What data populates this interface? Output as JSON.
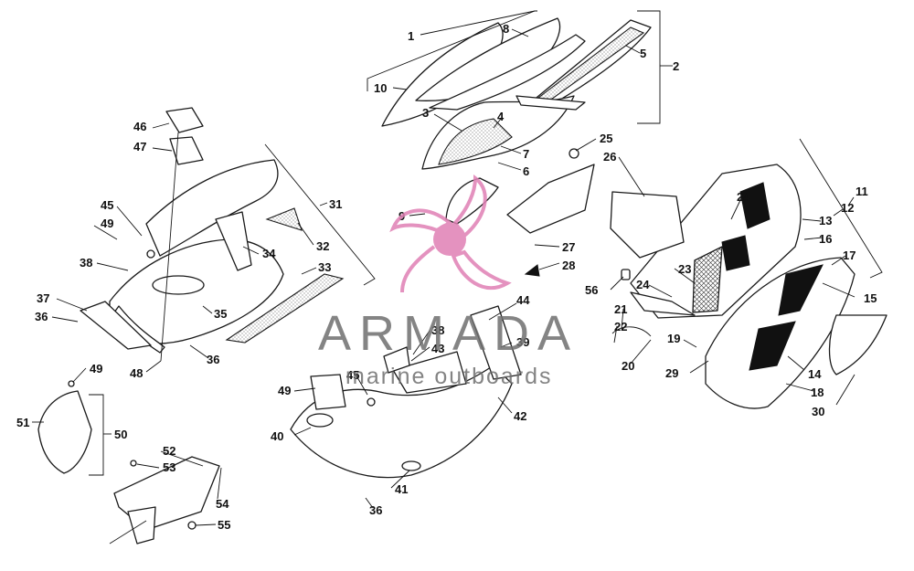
{
  "watermark": {
    "brand": "ARMADA",
    "tagline": "marine outboards",
    "logo_icon": "propeller-icon",
    "accent_color": "#e07fb4"
  },
  "callouts": [
    {
      "id": "1",
      "label": "1"
    },
    {
      "id": "2",
      "label": "2"
    },
    {
      "id": "3",
      "label": "3"
    },
    {
      "id": "4",
      "label": "4"
    },
    {
      "id": "5",
      "label": "5"
    },
    {
      "id": "6",
      "label": "6"
    },
    {
      "id": "7",
      "label": "7"
    },
    {
      "id": "8",
      "label": "8"
    },
    {
      "id": "9",
      "label": "9"
    },
    {
      "id": "10",
      "label": "10"
    },
    {
      "id": "11",
      "label": "11"
    },
    {
      "id": "12",
      "label": "12"
    },
    {
      "id": "13",
      "label": "13"
    },
    {
      "id": "14",
      "label": "14"
    },
    {
      "id": "15",
      "label": "15"
    },
    {
      "id": "16",
      "label": "16"
    },
    {
      "id": "17",
      "label": "17"
    },
    {
      "id": "18",
      "label": "18"
    },
    {
      "id": "19",
      "label": "19"
    },
    {
      "id": "20",
      "label": "20"
    },
    {
      "id": "21",
      "label": "21"
    },
    {
      "id": "22",
      "label": "22"
    },
    {
      "id": "23",
      "label": "23"
    },
    {
      "id": "24a",
      "label": "24"
    },
    {
      "id": "24b",
      "label": "24"
    },
    {
      "id": "25",
      "label": "25"
    },
    {
      "id": "26",
      "label": "26"
    },
    {
      "id": "27",
      "label": "27"
    },
    {
      "id": "28",
      "label": "28"
    },
    {
      "id": "29",
      "label": "29"
    },
    {
      "id": "30",
      "label": "30"
    },
    {
      "id": "31",
      "label": "31"
    },
    {
      "id": "32",
      "label": "32"
    },
    {
      "id": "33",
      "label": "33"
    },
    {
      "id": "34",
      "label": "34"
    },
    {
      "id": "35",
      "label": "35"
    },
    {
      "id": "36a",
      "label": "36"
    },
    {
      "id": "36b",
      "label": "36"
    },
    {
      "id": "36c",
      "label": "36"
    },
    {
      "id": "37",
      "label": "37"
    },
    {
      "id": "38a",
      "label": "38"
    },
    {
      "id": "38b",
      "label": "38"
    },
    {
      "id": "39",
      "label": "39"
    },
    {
      "id": "40",
      "label": "40"
    },
    {
      "id": "41",
      "label": "41"
    },
    {
      "id": "42",
      "label": "42"
    },
    {
      "id": "43",
      "label": "43"
    },
    {
      "id": "44",
      "label": "44"
    },
    {
      "id": "45a",
      "label": "45"
    },
    {
      "id": "45b",
      "label": "45"
    },
    {
      "id": "46",
      "label": "46"
    },
    {
      "id": "47",
      "label": "47"
    },
    {
      "id": "48",
      "label": "48"
    },
    {
      "id": "49a",
      "label": "49"
    },
    {
      "id": "49b",
      "label": "49"
    },
    {
      "id": "49c",
      "label": "49"
    },
    {
      "id": "50",
      "label": "50"
    },
    {
      "id": "51",
      "label": "51"
    },
    {
      "id": "52",
      "label": "52"
    },
    {
      "id": "53",
      "label": "53"
    },
    {
      "id": "54",
      "label": "54"
    },
    {
      "id": "55",
      "label": "55"
    },
    {
      "id": "56",
      "label": "56"
    }
  ]
}
